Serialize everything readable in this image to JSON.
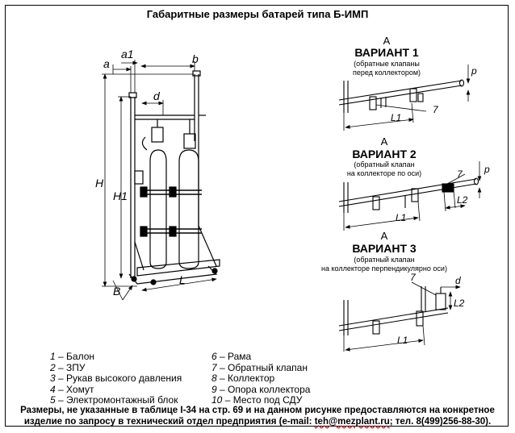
{
  "title": "Габаритные размеры батарей типа Б-ИМП",
  "views": {
    "label_a": "А",
    "variant1": {
      "title": "ВАРИАНТ 1",
      "note_line1": "(обратные клапаны",
      "note_line2": "перед коллектором)",
      "dims": {
        "p": "p",
        "seven": "7",
        "l1": "L1"
      }
    },
    "variant2": {
      "title": "ВАРИАНТ 2",
      "note_line1": "(обратный клапан",
      "note_line2": "на коллекторе по оси)",
      "dims": {
        "p": "p",
        "seven": "7",
        "l1": "L1",
        "l2": "L2"
      }
    },
    "variant3": {
      "title": "ВАРИАНТ 3",
      "note_line1": "(обратный клапан",
      "note_line2": "на коллекторе перпендикулярно оси)",
      "dims": {
        "d": "d",
        "seven": "7",
        "l1": "L1",
        "l2": "L2"
      }
    }
  },
  "main_dims": {
    "a": "a",
    "a1": "a1",
    "b": "b",
    "d": "d",
    "H": "H",
    "H1": "H1",
    "L": "L",
    "B": "B"
  },
  "legend_left": [
    {
      "num": "1",
      "text": " – Балон"
    },
    {
      "num": "2",
      "text": " – ЗПУ"
    },
    {
      "num": "3",
      "text": " – Рукав высокого давления"
    },
    {
      "num": "4",
      "text": " – Хомут"
    },
    {
      "num": "5",
      "text": " – Электромонтажный блок"
    }
  ],
  "legend_right": [
    {
      "num": "6",
      "text": " – Рама"
    },
    {
      "num": "7",
      "text": " – Обратный клапан"
    },
    {
      "num": "8",
      "text": " – Коллектор"
    },
    {
      "num": "9",
      "text": " – Опора коллектора"
    },
    {
      "num": "10",
      "text": " – Место под СДУ"
    }
  ],
  "footer": {
    "line1": "Размеры, не указанные в таблице I-34 на стр. 69 и на данном рисунке предоставляются на конкретное",
    "line2_pre": "изделие по запросу в технический отдел предприятия (e-mail: ",
    "email": "teh@mezplant.ru",
    "line2_post": "; тел. 8(499)256-88-30)."
  }
}
